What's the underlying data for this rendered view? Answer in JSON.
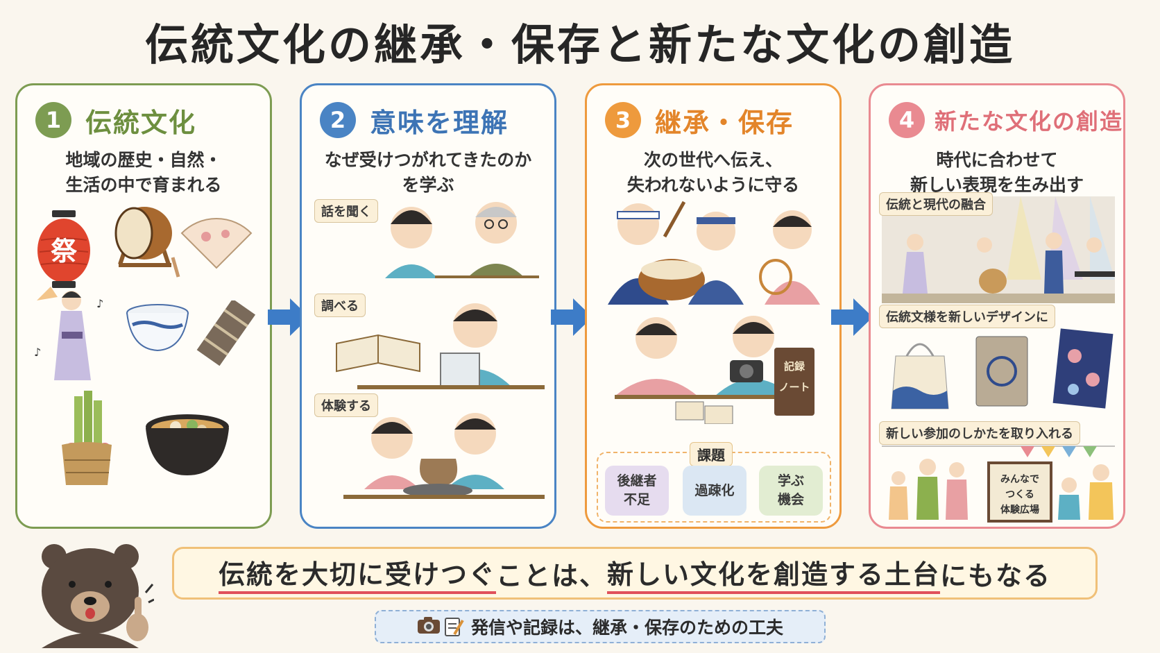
{
  "title": "伝統文化の継承・保存と新たな文化の創造",
  "panels": [
    {
      "num": "1",
      "title": "伝統文化",
      "desc": [
        "地域の歴史・自然・",
        "生活の中で育まれる"
      ],
      "lantern_text": "祭"
    },
    {
      "num": "2",
      "title": "意味を理解",
      "desc": [
        "なぜ受けつがれてきたのか",
        "を学ぶ"
      ],
      "tags": [
        "話を聞く",
        "調べる",
        "体験する"
      ]
    },
    {
      "num": "3",
      "title": "継承・保存",
      "desc": [
        "次の世代へ伝え、",
        "失われないように守る"
      ],
      "notebook_text": [
        "記録",
        "ノート"
      ],
      "kadai": {
        "label": "課題",
        "items": [
          [
            "後継者",
            "不足"
          ],
          [
            "過疎化"
          ],
          [
            "学ぶ",
            "機会"
          ]
        ]
      }
    },
    {
      "num": "4",
      "title": "新たな文化の創造",
      "desc": [
        "時代に合わせて",
        "新しい表現を生み出す"
      ],
      "tags": [
        "伝統と現代の融合",
        "伝統文様を新しいデザインに",
        "新しい参加のしかたを取り入れる"
      ],
      "sign_text": [
        "みんなで",
        "つくる",
        "体験広場"
      ]
    }
  ],
  "bottom": {
    "part1": "伝統を大切に受けつぐ",
    "part2": "ことは、",
    "part3": "新しい文化を創造する土台",
    "part4": "にもなる"
  },
  "note": "発信や記録は、継承・保存のための工夫",
  "colors": {
    "green": "#7d9c52",
    "blue": "#4a84c4",
    "orange": "#ee9a3d",
    "pink": "#e98a91",
    "arrow": "#3d7cc7"
  }
}
